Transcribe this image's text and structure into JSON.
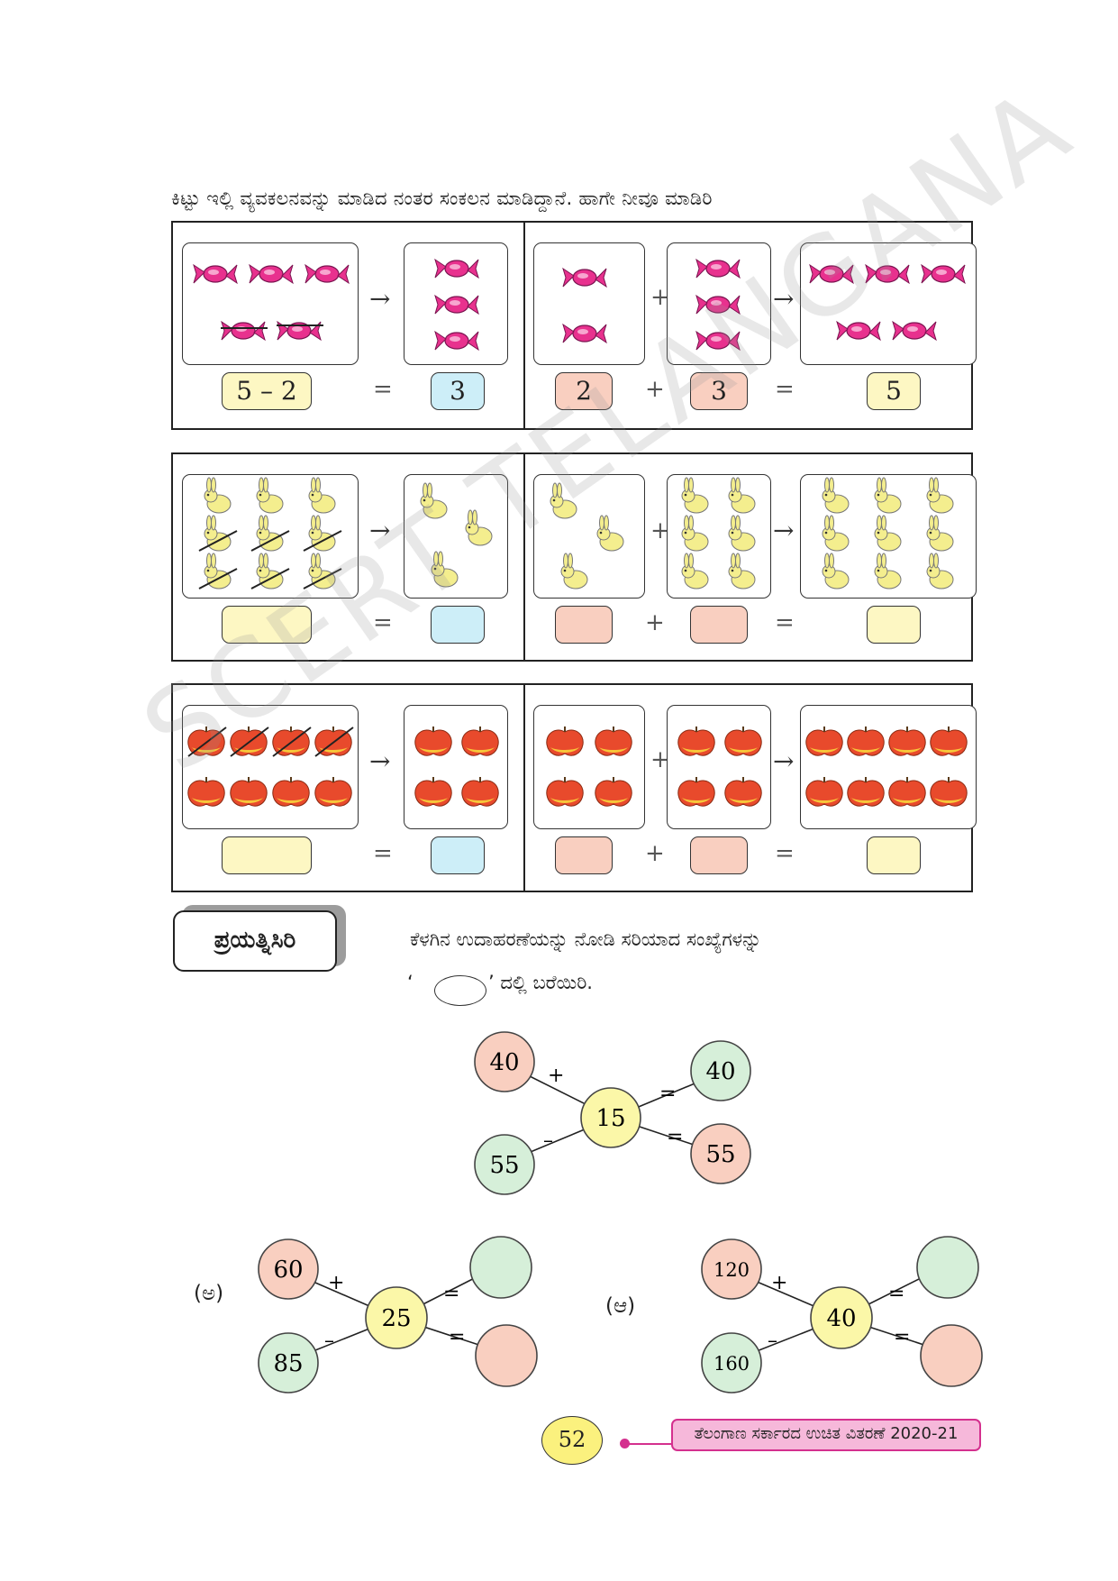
{
  "instruction": "ಕಿಟ್ಟು ಇಲ್ಲಿ ವ್ಯವಕಲನವನ್ನು ಮಾಡಿದ ನಂತರ ಸಂಕಲನ ಮಾಡಿದ್ದಾನೆ.  ಹಾಗೇ ನೀವೂ ಮಾಡಿರಿ",
  "symbols": {
    "arrow": "→",
    "plus": "+",
    "equals": "="
  },
  "rows": [
    {
      "item": "candy-icon",
      "sub_expr": "5 – 2",
      "sub_result": "3",
      "add_a": "2",
      "add_b": "3",
      "add_result": "5"
    },
    {
      "item": "rabbit-icon",
      "sub_expr": "",
      "sub_result": "",
      "add_a": "",
      "add_b": "",
      "add_result": ""
    },
    {
      "item": "apple-icon",
      "sub_expr": "",
      "sub_result": "",
      "add_a": "",
      "add_b": "",
      "add_result": ""
    }
  ],
  "activity": {
    "tag": "ಪ್ರಯತ್ನಿಸಿರಿ",
    "task_line1": "ಕೆಳಗಿನ ಉದಾಹರಣೆಯನ್ನು ನೋಡಿ ಸರಿಯಾದ ಸಂಖ್ಯೆಗಳನ್ನು",
    "task_line2_open": "‘",
    "task_line2_close": "’ ದಲ್ಲಿ ಬರೆಯಿರಿ."
  },
  "example": {
    "a": "40",
    "b": "55",
    "center": "15",
    "r1": "40",
    "r2": "55",
    "op_top": "+",
    "op_bottom": "–",
    "eq": "="
  },
  "problems": [
    {
      "label": "(ಅ)",
      "a": "60",
      "b": "85",
      "center": "25",
      "r1": "",
      "r2": ""
    },
    {
      "label": "(ಆ)",
      "a": "120",
      "b": "160",
      "center": "40",
      "r1": "",
      "r2": ""
    }
  ],
  "colors": {
    "yellow": "#fdf7c3",
    "blue": "#cdeef8",
    "peach": "#f9cfc0",
    "candy": "#e8318e",
    "rabbit": "#f4ee8e",
    "apple": "#e84a2c",
    "footer": "#f6b8da"
  },
  "page_number": "52",
  "footer_text": "ತೆಲಂಗಾಣ ಸರ್ಕಾರದ ಉಚಿತ ವಿತರಣೆ 2020-21",
  "watermark": "SCERT TELANGANA"
}
